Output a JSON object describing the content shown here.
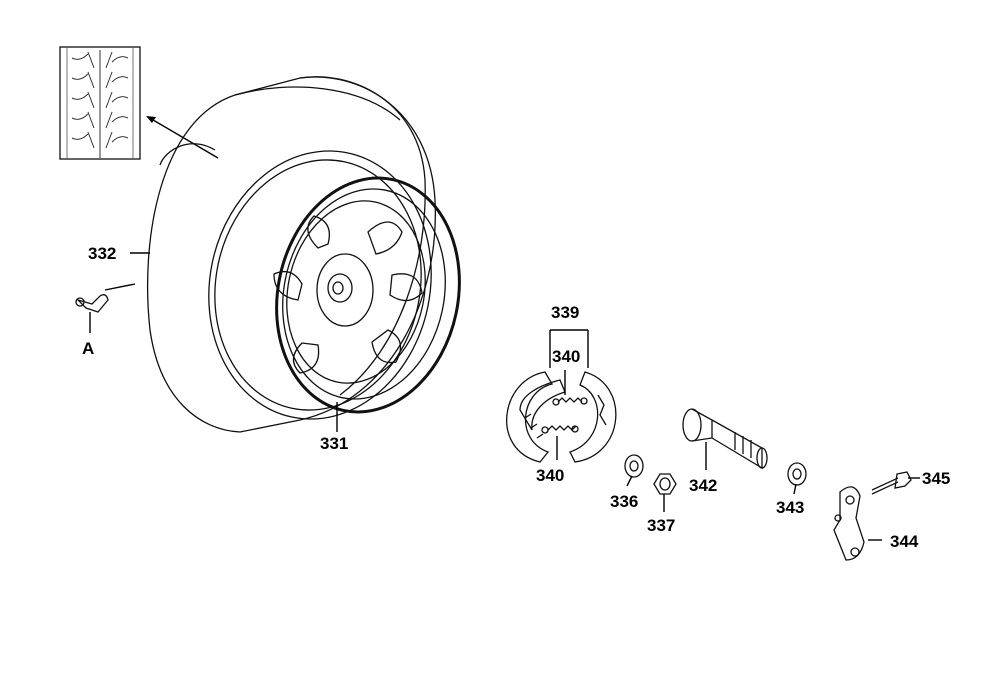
{
  "callouts": {
    "c331": "331",
    "c332": "332",
    "cA": "A",
    "c339": "339",
    "c340_top": "340",
    "c340_bottom": "340",
    "c336": "336",
    "c337": "337",
    "c342": "342",
    "c343": "343",
    "c344": "344",
    "c345": "345"
  }
}
